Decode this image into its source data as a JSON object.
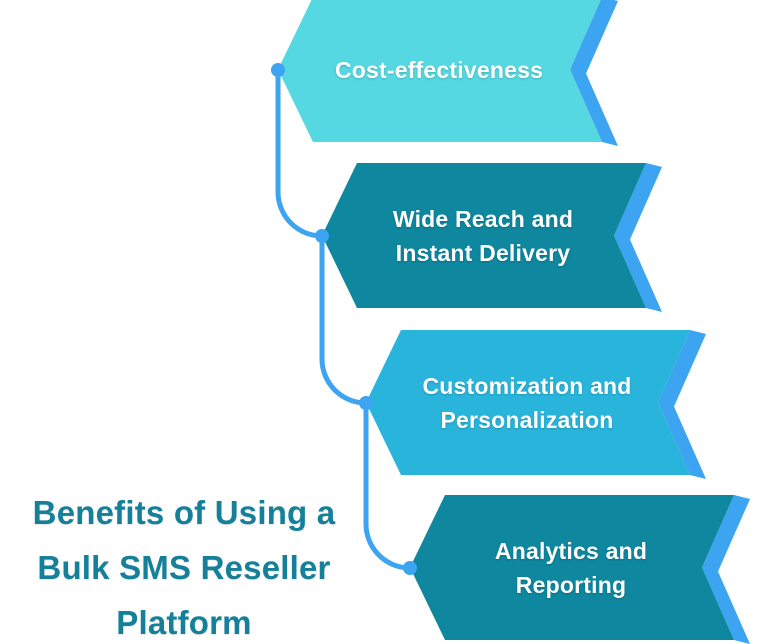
{
  "title": {
    "text": "Benefits of Using a Bulk SMS Reseller Platform"
  },
  "banners": [
    {
      "label": "Cost-effectiveness",
      "fill": "#55D8E1"
    },
    {
      "label": "Wide Reach and Instant Delivery",
      "fill": "#0E879F"
    },
    {
      "label": "Customization and Personalization",
      "fill": "#29B5DB"
    },
    {
      "label": "Analytics and Reporting",
      "fill": "#0E879F"
    }
  ],
  "colors": {
    "accent": "#3CA4F0",
    "title_text": "#15809A",
    "banner_text": "#FFFFFF",
    "background": "#FFFFFF"
  }
}
